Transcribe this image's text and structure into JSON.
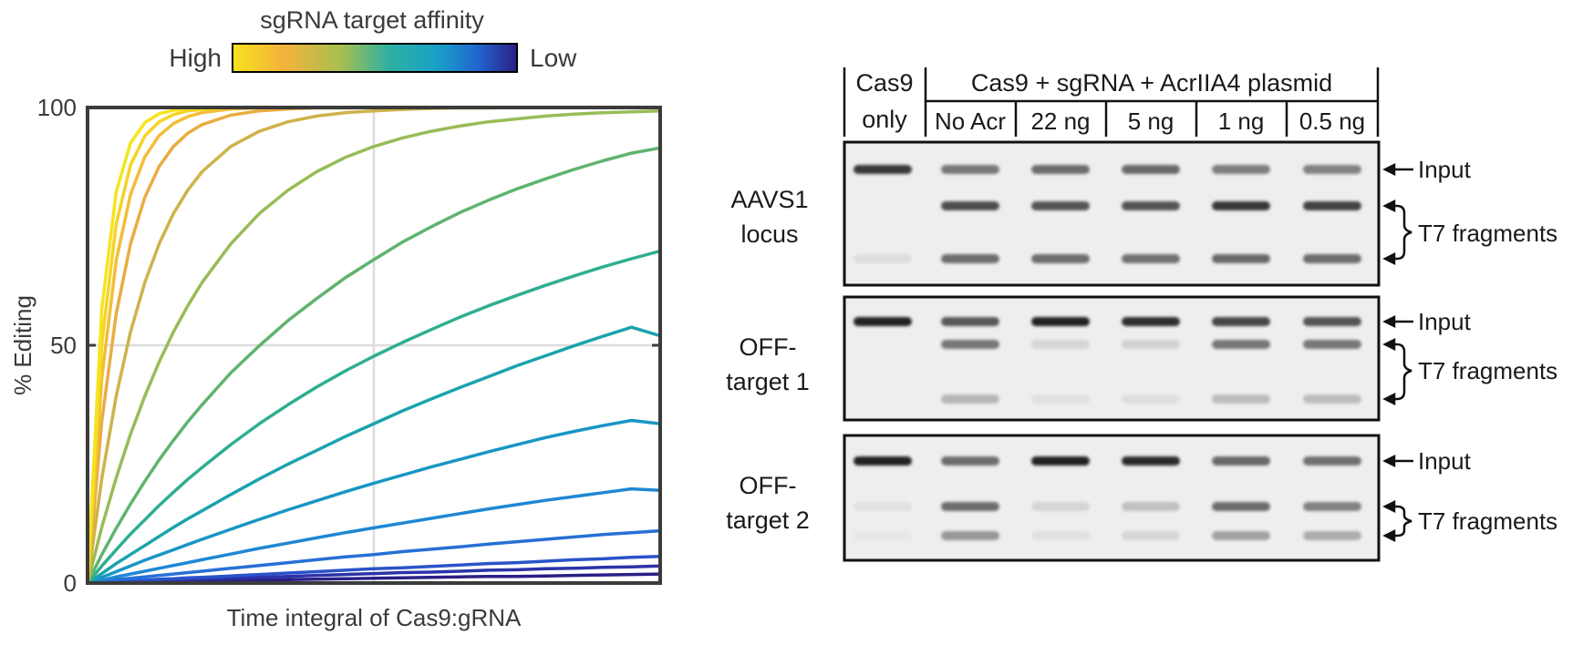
{
  "left_panel": {
    "colorbar": {
      "title": "sgRNA target affinity",
      "high_label": "High",
      "low_label": "Low",
      "colors": [
        "#f6e21c",
        "#f4b33c",
        "#a7bf4f",
        "#2fb0a2",
        "#19a0c7",
        "#2266d0",
        "#2a1f86"
      ]
    }
  },
  "chart_data": {
    "type": "line",
    "title": "",
    "xlabel": "Time integral of Cas9:gRNA",
    "ylabel": "% Editing",
    "xlim": [
      0,
      1
    ],
    "ylim": [
      0,
      100
    ],
    "yticks": [
      0,
      50,
      100
    ],
    "grid": true,
    "x": [
      0,
      0.025,
      0.05,
      0.075,
      0.1,
      0.125,
      0.15,
      0.175,
      0.2,
      0.25,
      0.3,
      0.35,
      0.4,
      0.45,
      0.5,
      0.55,
      0.6,
      0.65,
      0.7,
      0.75,
      0.8,
      0.85,
      0.9,
      0.95,
      1.0
    ],
    "series": [
      {
        "color": "#f6e41c",
        "values": [
          0,
          57.8,
          82.2,
          92.5,
          96.8,
          98.7,
          99.4,
          99.8,
          99.9,
          100,
          100,
          100,
          100,
          100,
          100,
          100,
          100,
          100,
          100,
          100,
          100,
          100,
          100,
          100,
          100
        ]
      },
      {
        "color": "#f5d324",
        "values": [
          0,
          50.5,
          75.5,
          87.9,
          94.0,
          97.0,
          98.5,
          99.3,
          99.6,
          99.9,
          100,
          100,
          100,
          100,
          100,
          100,
          100,
          100,
          100,
          100,
          100,
          100,
          100,
          100,
          100
        ]
      },
      {
        "color": "#f3bd36",
        "values": [
          0,
          43.2,
          67.8,
          81.7,
          89.6,
          94.1,
          96.6,
          98.1,
          98.9,
          99.7,
          99.9,
          100,
          100,
          100,
          100,
          100,
          100,
          100,
          100,
          100,
          100,
          100,
          100,
          100,
          100
        ]
      },
      {
        "color": "#e8ad42",
        "values": [
          0,
          34.1,
          56.6,
          71.3,
          81.1,
          87.6,
          91.8,
          94.6,
          96.4,
          98.4,
          99.3,
          99.7,
          99.9,
          99.9,
          100,
          100,
          100,
          100,
          100,
          100,
          100,
          100,
          100,
          100,
          100
        ]
      },
      {
        "color": "#cfb24a",
        "values": [
          0,
          22.1,
          39.3,
          52.8,
          63.2,
          71.3,
          77.7,
          82.6,
          86.5,
          91.8,
          95.0,
          97.0,
          98.2,
          98.9,
          99.3,
          99.6,
          99.8,
          99.9,
          99.9,
          100,
          100,
          100,
          100,
          100,
          100
        ]
      },
      {
        "color": "#98bc57",
        "values": [
          0,
          11.8,
          22.1,
          31.3,
          39.3,
          46.5,
          52.8,
          58.3,
          63.2,
          71.3,
          77.7,
          82.6,
          86.5,
          89.5,
          91.8,
          93.6,
          95.0,
          96.1,
          97.0,
          97.6,
          98.2,
          98.6,
          98.9,
          99.1,
          99.3
        ]
      },
      {
        "color": "#5fb46e",
        "values": [
          0,
          6.0,
          11.5,
          16.6,
          21.4,
          25.9,
          30.0,
          33.9,
          37.5,
          44.2,
          49.9,
          55.2,
          59.8,
          64.2,
          68.0,
          71.7,
          74.9,
          77.9,
          80.5,
          82.9,
          85.0,
          87.0,
          88.8,
          90.4,
          91.5
        ]
      },
      {
        "color": "#2fae91",
        "values": [
          0,
          3.6,
          7.0,
          10.3,
          13.3,
          16.3,
          19.1,
          21.8,
          24.3,
          29.1,
          33.5,
          37.5,
          41.2,
          44.6,
          47.7,
          50.6,
          53.3,
          55.9,
          58.3,
          60.5,
          62.6,
          64.6,
          66.5,
          68.2,
          69.8
        ]
      },
      {
        "color": "#1aa3ad",
        "values": [
          0,
          2.0,
          4.1,
          6.0,
          7.9,
          9.8,
          11.7,
          13.5,
          15.2,
          18.6,
          21.9,
          25.0,
          27.9,
          30.8,
          33.5,
          36.2,
          38.7,
          41.1,
          43.4,
          45.7,
          47.8,
          49.9,
          51.9,
          53.8,
          52.0
        ]
      },
      {
        "color": "#1896c4",
        "values": [
          0,
          1.2,
          2.4,
          3.6,
          4.8,
          5.9,
          7.0,
          8.1,
          9.2,
          11.3,
          13.4,
          15.4,
          17.3,
          19.2,
          21.0,
          22.7,
          24.4,
          26.0,
          27.6,
          29.1,
          30.6,
          31.9,
          33.1,
          34.2,
          33.5
        ]
      },
      {
        "color": "#1f87d4",
        "values": [
          0,
          0.6,
          1.3,
          1.9,
          2.5,
          3.1,
          3.7,
          4.3,
          4.9,
          6.1,
          7.3,
          8.4,
          9.5,
          10.6,
          11.6,
          12.6,
          13.6,
          14.6,
          15.6,
          16.5,
          17.4,
          18.2,
          19.0,
          19.8,
          19.5
        ]
      },
      {
        "color": "#2670d6",
        "values": [
          0,
          0.3,
          0.7,
          1.0,
          1.3,
          1.6,
          1.9,
          2.2,
          2.5,
          3.1,
          3.7,
          4.3,
          4.9,
          5.5,
          6.0,
          6.6,
          7.1,
          7.6,
          8.2,
          8.7,
          9.2,
          9.7,
          10.2,
          10.6,
          11.0
        ]
      },
      {
        "color": "#2a53c8",
        "values": [
          0,
          0.2,
          0.3,
          0.5,
          0.6,
          0.8,
          0.9,
          1.1,
          1.2,
          1.5,
          1.8,
          2.1,
          2.4,
          2.7,
          3.0,
          3.2,
          3.5,
          3.8,
          4.1,
          4.3,
          4.6,
          4.9,
          5.1,
          5.4,
          5.6
        ]
      },
      {
        "color": "#2b33a8",
        "values": [
          0,
          0.1,
          0.2,
          0.3,
          0.4,
          0.5,
          0.6,
          0.7,
          0.8,
          1.0,
          1.2,
          1.4,
          1.6,
          1.8,
          2.0,
          2.2,
          2.3,
          2.5,
          2.7,
          2.8,
          3.0,
          3.1,
          3.3,
          3.4,
          3.6
        ]
      },
      {
        "color": "#2a1f86",
        "values": [
          0,
          0.05,
          0.1,
          0.15,
          0.2,
          0.25,
          0.3,
          0.35,
          0.4,
          0.5,
          0.6,
          0.7,
          0.8,
          0.9,
          1.0,
          1.1,
          1.2,
          1.3,
          1.4,
          1.4,
          1.5,
          1.6,
          1.7,
          1.8,
          1.9
        ]
      }
    ]
  },
  "gel": {
    "header_cas9": [
      "Cas9",
      "only"
    ],
    "header_group": "Cas9 + sgRNA + AcrIIA4 plasmid",
    "lanes": [
      "No Acr",
      "22 ng",
      "5 ng",
      "1 ng",
      "0.5 ng"
    ],
    "panels": [
      {
        "label": [
          "AAVS1",
          "locus"
        ],
        "input_label": "Input",
        "fragments_label": "T7 fragments",
        "lane_intensities": {
          "input": [
            0.85,
            0.55,
            0.6,
            0.62,
            0.52,
            0.5
          ],
          "frag1": [
            0.0,
            0.75,
            0.72,
            0.72,
            0.85,
            0.8
          ],
          "frag2": [
            0.06,
            0.6,
            0.6,
            0.58,
            0.62,
            0.6
          ]
        }
      },
      {
        "label": [
          "OFF-",
          "target 1"
        ],
        "input_label": "Input",
        "fragments_label": "T7 fragments",
        "lane_intensities": {
          "input": [
            0.95,
            0.7,
            0.95,
            0.9,
            0.78,
            0.72
          ],
          "frag1": [
            0.0,
            0.55,
            0.1,
            0.12,
            0.55,
            0.55
          ],
          "frag2": [
            0.0,
            0.25,
            0.05,
            0.06,
            0.22,
            0.22
          ]
        }
      },
      {
        "label": [
          "OFF-",
          "target 2"
        ],
        "input_label": "Input",
        "fragments_label": "T7 fragments",
        "lane_intensities": {
          "input": [
            0.95,
            0.6,
            0.95,
            0.92,
            0.62,
            0.58
          ],
          "frag1": [
            0.05,
            0.6,
            0.1,
            0.2,
            0.6,
            0.5
          ],
          "frag2": [
            0.02,
            0.4,
            0.05,
            0.1,
            0.35,
            0.3
          ]
        }
      }
    ]
  }
}
